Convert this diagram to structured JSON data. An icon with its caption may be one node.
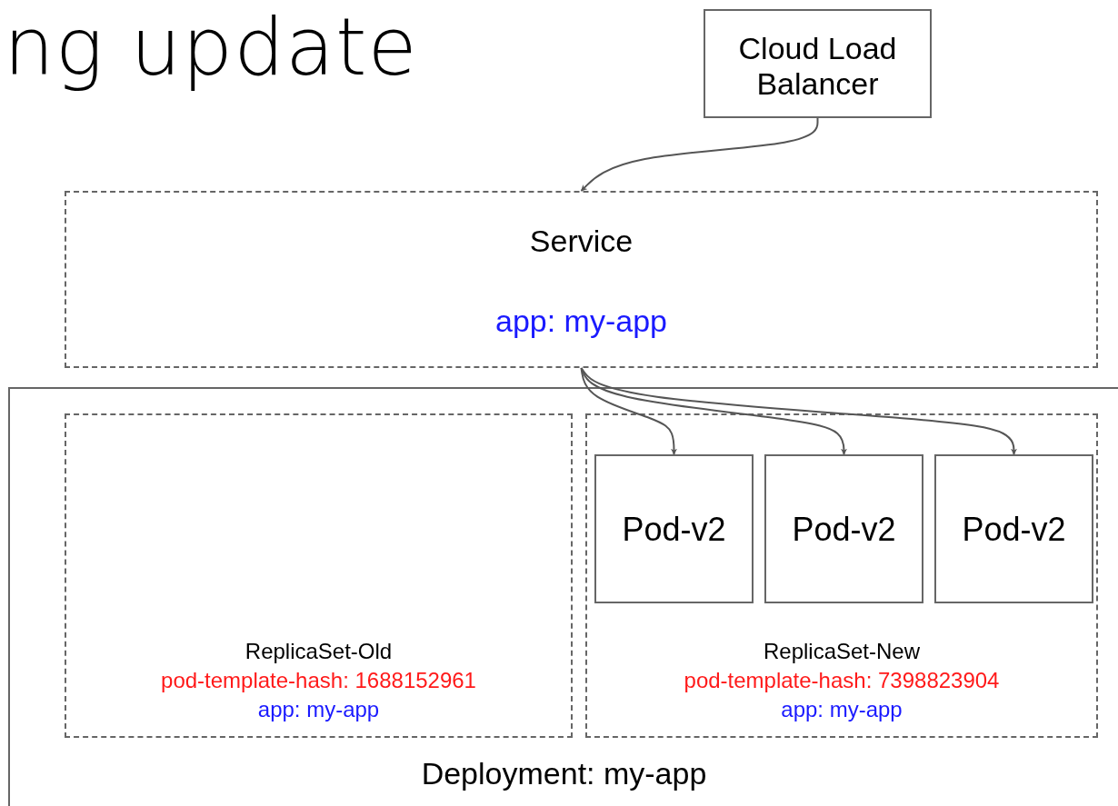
{
  "diagram": {
    "title": "ng update",
    "nodes": [
      {
        "text": [
          "Cloud Load Balancer"
        ]
      },
      {
        "text": [
          "Service",
          "app: my-app"
        ]
      },
      {
        "text": [
          "Deployment: my-app"
        ]
      },
      {
        "text": [
          "ReplicaSet-Old",
          "pod-template-hash: 1688152961",
          "app: my-app"
        ],
        "in": 2
      },
      {
        "text": [
          "ReplicaSet-New",
          "pod-template-hash: 7398823904",
          "app: my-app"
        ],
        "in": 2
      },
      {
        "text": [
          "Pod-v2"
        ],
        "in": 4
      },
      {
        "text": [
          "Pod-v2"
        ],
        "in": 4
      },
      {
        "text": [
          "Pod-v2"
        ],
        "in": 4
      }
    ],
    "edges": [
      {
        "from": 0,
        "to": 1,
        "arrow": "to"
      },
      {
        "from": 1,
        "to": 5,
        "arrow": "to"
      },
      {
        "from": 1,
        "to": 6,
        "arrow": "to"
      },
      {
        "from": 1,
        "to": 7,
        "arrow": "to"
      }
    ]
  }
}
